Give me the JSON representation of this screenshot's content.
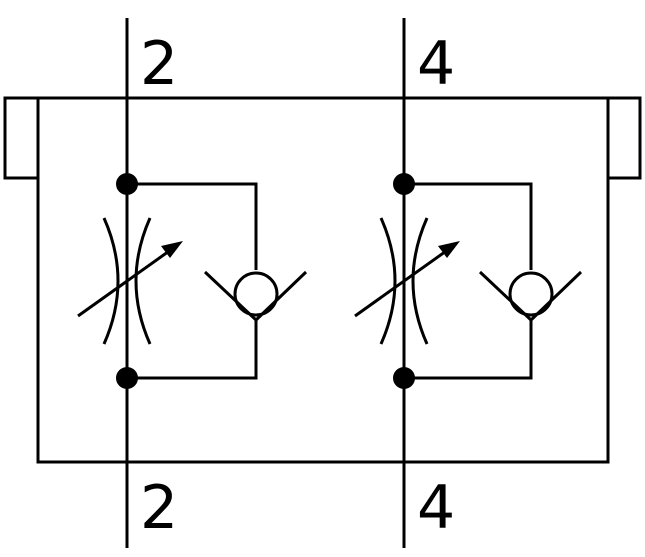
{
  "ports": {
    "top_left": "2",
    "bottom_left": "2",
    "top_right": "4",
    "bottom_right": "4"
  },
  "colors": {
    "line": "#000000",
    "background": "#ffffff"
  },
  "symbols": [
    "adjustable-throttle-icon",
    "check-valve-icon",
    "junction-dot-icon"
  ]
}
